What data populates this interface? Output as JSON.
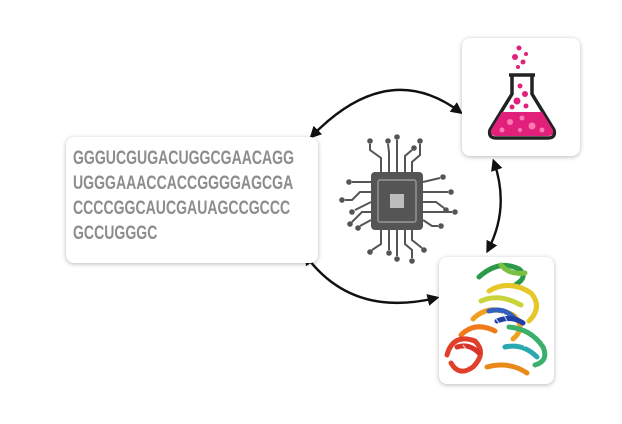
{
  "sequence": {
    "lines": [
      "GGGUCGUGACUGGCGAACAGG",
      "UGGGAAACCACCGGGGAGCGA",
      "CCCCGGCAUCGAUAGCCGCCC",
      "GCCUGGGC"
    ]
  },
  "icons": {
    "center": "circuit-chip-icon",
    "top_right": "chemistry-flask-icon",
    "bottom_right": "rna-3d-structure-icon"
  },
  "colors": {
    "sequence_text": "#8d8d8d",
    "chip": "#555555",
    "flask_liquid": "#e0207a",
    "arrow": "#111111"
  }
}
